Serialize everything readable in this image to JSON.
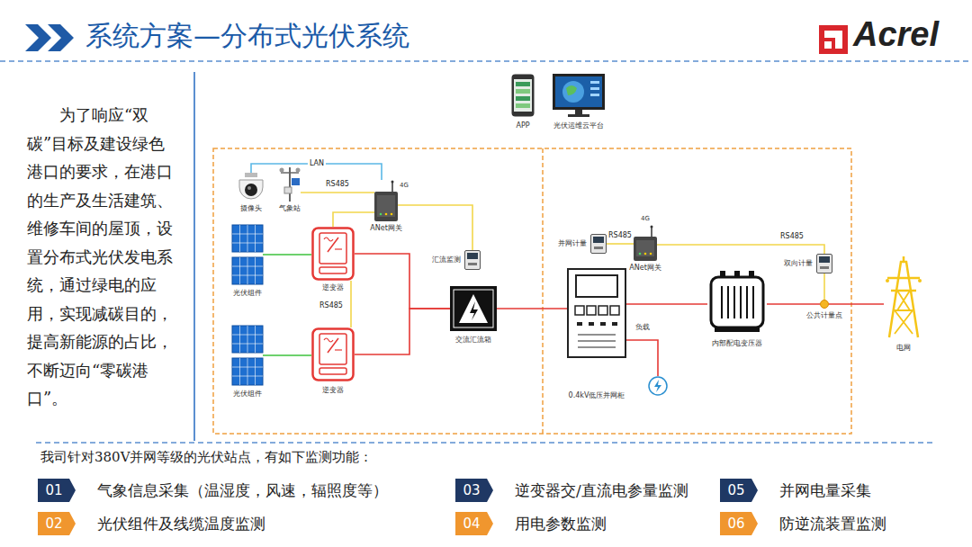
{
  "diagram": {
    "title": "系统方案—分布式光伏系统",
    "nodes": [
      {
        "text": [
          "APP"
        ]
      },
      {
        "text": [
          "光伏运维云平台"
        ]
      },
      {
        "text": [
          "摄像头"
        ]
      },
      {
        "text": [
          "气象站"
        ]
      },
      {
        "text": [
          "ANet网关"
        ]
      },
      {
        "text": [
          "光伏组件"
        ]
      },
      {
        "text": [
          "逆变器"
        ]
      },
      {
        "text": [
          "光伏组件"
        ]
      },
      {
        "text": [
          "逆变器"
        ]
      },
      {
        "text": [
          "汇流监测"
        ]
      },
      {
        "text": [
          "交流汇流箱"
        ]
      },
      {
        "text": [
          "并网计量"
        ]
      },
      {
        "text": [
          "ANet网关"
        ]
      },
      {
        "text": [
          "0.4kV低压并网柜"
        ]
      },
      {
        "text": [
          "负载"
        ]
      },
      {
        "text": [
          "内部配电变压器"
        ]
      },
      {
        "text": [
          "双向计量"
        ]
      },
      {
        "text": [
          "公共计量点"
        ]
      },
      {
        "text": [
          "电网"
        ]
      },
      {
        "text": [
          "01"
        ]
      },
      {
        "text": [
          "02"
        ]
      },
      {
        "text": [
          "03"
        ]
      },
      {
        "text": [
          "04"
        ]
      },
      {
        "text": [
          "05"
        ]
      },
      {
        "text": [
          "06"
        ]
      }
    ],
    "edges": [
      {
        "from": 2,
        "to": 4,
        "arrow": "none",
        "label": "LAN"
      },
      {
        "from": 3,
        "to": 4,
        "arrow": "none",
        "label": "RS485"
      },
      {
        "from": 6,
        "to": 4,
        "arrow": "none"
      },
      {
        "from": 9,
        "to": 4,
        "arrow": "none"
      },
      {
        "from": 8,
        "to": 6,
        "arrow": "none",
        "label": "RS485"
      },
      {
        "from": 5,
        "to": 6,
        "arrow": "none"
      },
      {
        "from": 7,
        "to": 8,
        "arrow": "none"
      },
      {
        "from": 6,
        "to": 10,
        "arrow": "none"
      },
      {
        "from": 8,
        "to": 10,
        "arrow": "none"
      },
      {
        "from": 10,
        "to": 13,
        "arrow": "none"
      },
      {
        "from": 13,
        "to": 15,
        "arrow": "none"
      },
      {
        "from": 15,
        "to": 17,
        "arrow": "none"
      },
      {
        "from": 17,
        "to": 18,
        "arrow": "none"
      },
      {
        "from": 13,
        "to": 14,
        "arrow": "none"
      },
      {
        "from": 11,
        "to": 12,
        "arrow": "none",
        "label": "RS485"
      },
      {
        "from": 12,
        "to": 16,
        "arrow": "none",
        "label": "RS485"
      },
      {
        "from": 16,
        "to": 17,
        "arrow": "none"
      }
    ],
    "labels": [
      "Acrel",
      "为了响应“双碳”目标及建设绿色港口的要求，在港口的生产及生活建筑、维修车间的屋顶，设置分布式光伏发电系统，通过绿电的应用，实现减碳目的，提高新能源的占比，不断迈向“零碳港口”。",
      "4G",
      "4G",
      "我司针对380V并网等级的光伏站点，有如下监测功能：",
      "气象信息采集（温湿度，风速，辐照度等）",
      "光伏组件及线缆温度监测",
      "逆变器交/直流电参量监测",
      "用电参数监测",
      "并网电量采集",
      "防逆流装置监测"
    ]
  }
}
